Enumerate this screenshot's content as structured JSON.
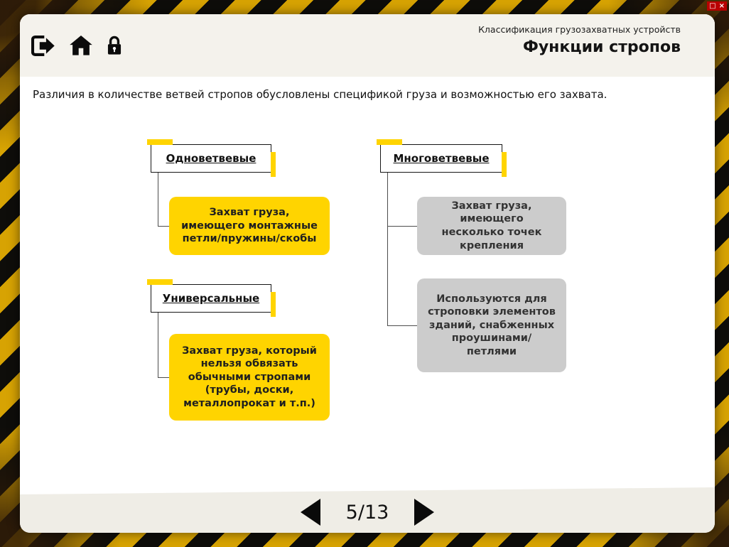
{
  "window_controls": {
    "restore_glyph": "□",
    "close_glyph": "×"
  },
  "header": {
    "breadcrumb": "Классификация грузозахватных устройств",
    "title": "Функции стропов"
  },
  "toolbar_icons": [
    "exit-icon",
    "home-icon",
    "lock-icon"
  ],
  "content": {
    "intro": "Различия в количестве ветвей стропов обусловлены спецификой груза и возможностью его захвата."
  },
  "diagram": {
    "groups": [
      {
        "label": "Одноветвевые",
        "children": [
          {
            "text": "Захват груза, имеющего монтажные петли/пружины/скобы",
            "color": "yellow"
          }
        ]
      },
      {
        "label": "Универсальные",
        "children": [
          {
            "text": "Захват груза, который нельзя обвязать обычными стропами (трубы, доски, металлопрокат и т.п.)",
            "color": "yellow"
          }
        ]
      },
      {
        "label": "Многоветвевые",
        "children": [
          {
            "text": "Захват груза, имеющего несколько точек крепления",
            "color": "gray"
          },
          {
            "text": "Используются для строповки элементов зданий, снабженных проушинами/петлями",
            "color": "gray"
          }
        ]
      }
    ]
  },
  "footer": {
    "page_indicator": "5/13",
    "prev_icon": "left-triangle",
    "next_icon": "right-triangle"
  },
  "colors": {
    "accent_yellow": "#FFD400",
    "box_gray": "#CCCCCC",
    "stripe_yellow": "#D7A303",
    "stripe_black": "#0E0D0A",
    "window_red": "#B90000",
    "header_bg": "#F4F2EC",
    "footer_bg": "#EFEDE6"
  }
}
